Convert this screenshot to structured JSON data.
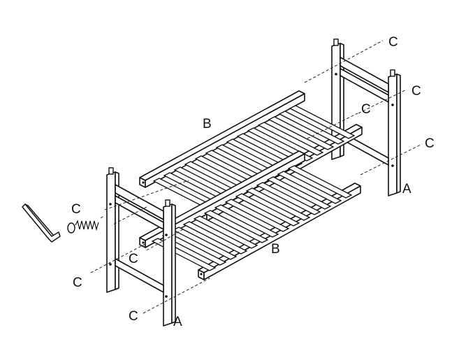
{
  "labels": {
    "frame": "A",
    "shelf": "B",
    "screw": "C"
  }
}
